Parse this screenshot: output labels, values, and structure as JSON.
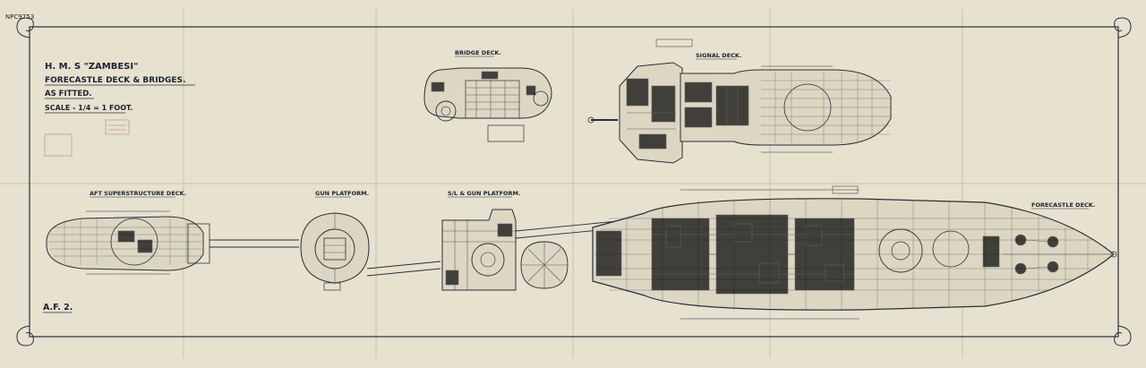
{
  "title_block": {
    "ship": "H. M. S \"ZAMBESI\"",
    "drawing": "FORECASTLE DECK & BRIDGES.",
    "status": "AS FITTED.",
    "scale": "SCALE - 1/4 = 1 FOOT."
  },
  "plans": {
    "bridge_deck": "BRIDGE DECK.",
    "signal_deck": "SIGNAL DECK.",
    "aft_superstructure_deck": "AFT SUPERSTRUCTURE DECK.",
    "gun_platform": "GUN PLATFORM.",
    "sl_gun_platform": "S/L & GUN PLATFORM.",
    "forecastle_deck": "FORECASTLE DECK."
  },
  "sheet_number": "A.F. 2.",
  "catalogue_mark": "NPC9753",
  "colors": {
    "paper": "#e7e1cf",
    "ink": "#27303c",
    "stamp": "#b88a85"
  }
}
